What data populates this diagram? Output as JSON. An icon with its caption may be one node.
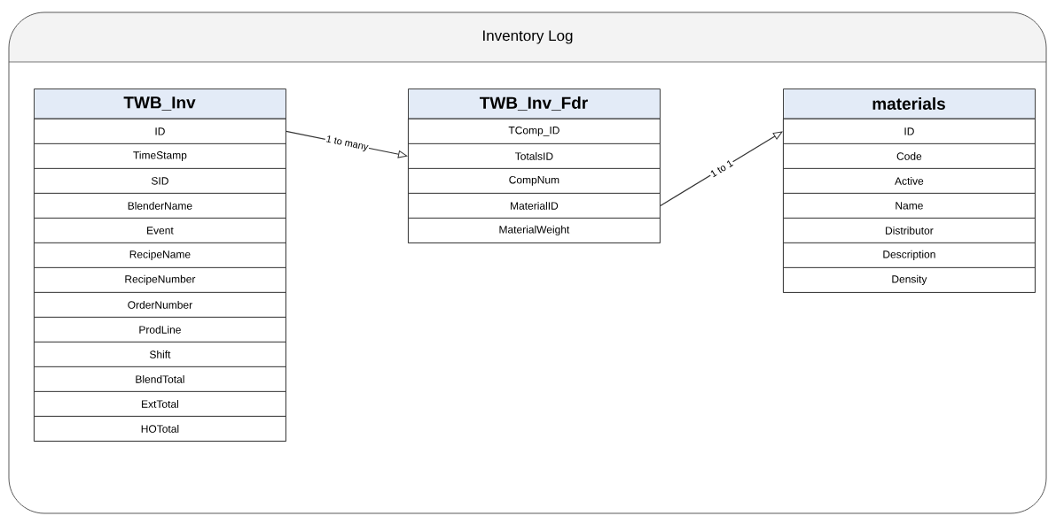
{
  "diagram": {
    "nodes": [
      {
        "text": [
          "Inventory Log"
        ]
      },
      {
        "text": [
          "TWB_Inv"
        ],
        "in": 0
      },
      {
        "text": [
          "ID"
        ],
        "in": 1
      },
      {
        "text": [
          "TimeStamp"
        ],
        "in": 1
      },
      {
        "text": [
          "SID"
        ],
        "in": 1
      },
      {
        "text": [
          "BlenderName"
        ],
        "in": 1
      },
      {
        "text": [
          "Event"
        ],
        "in": 1
      },
      {
        "text": [
          "RecipeName"
        ],
        "in": 1
      },
      {
        "text": [
          "RecipeNumber"
        ],
        "in": 1
      },
      {
        "text": [
          "OrderNumber"
        ],
        "in": 1
      },
      {
        "text": [
          "ProdLine"
        ],
        "in": 1
      },
      {
        "text": [
          "Shift"
        ],
        "in": 1
      },
      {
        "text": [
          "BlendTotal"
        ],
        "in": 1
      },
      {
        "text": [
          "ExtTotal"
        ],
        "in": 1
      },
      {
        "text": [
          "HOTotal"
        ],
        "in": 1
      },
      {
        "text": [
          "TWB_Inv_Fdr"
        ],
        "in": 0
      },
      {
        "text": [
          "TComp_ID"
        ],
        "in": 15
      },
      {
        "text": [
          "TotalsID"
        ],
        "in": 15
      },
      {
        "text": [
          "CompNum"
        ],
        "in": 15
      },
      {
        "text": [
          "MaterialID"
        ],
        "in": 15
      },
      {
        "text": [
          "MaterialWeight"
        ],
        "in": 15
      },
      {
        "text": [
          "materials"
        ],
        "in": 0
      },
      {
        "text": [
          "ID"
        ],
        "in": 21
      },
      {
        "text": [
          "Code"
        ],
        "in": 21
      },
      {
        "text": [
          "Active"
        ],
        "in": 21
      },
      {
        "text": [
          "Name"
        ],
        "in": 21
      },
      {
        "text": [
          "Distributor"
        ],
        "in": 21
      },
      {
        "text": [
          "Description"
        ],
        "in": 21
      },
      {
        "text": [
          "Density"
        ],
        "in": 21
      }
    ],
    "edges": [
      {
        "from": 2,
        "to": 17,
        "arrow": "to",
        "label": "1 to many"
      },
      {
        "from": 19,
        "to": 22,
        "arrow": "to",
        "label": "1 to 1"
      }
    ]
  }
}
